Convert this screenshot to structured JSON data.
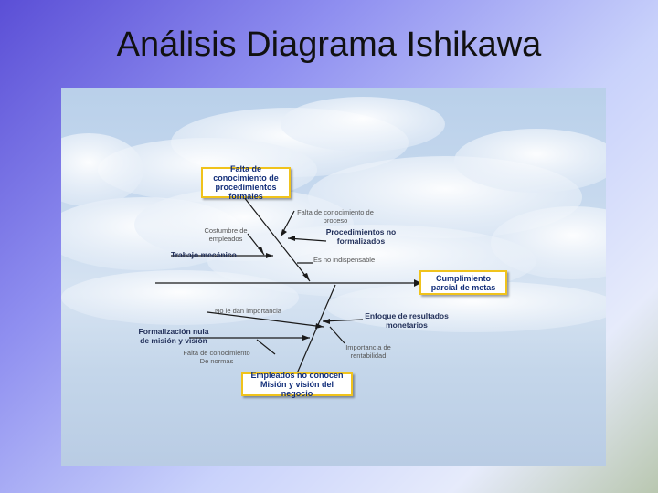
{
  "slide": {
    "title": "Análisis Diagrama Ishikawa"
  },
  "diagram": {
    "effect": "Cumplimiento parcial de metas",
    "causes": {
      "falta_conocimiento_procedimientos": "Falta de conocimiento de procedimientos formales",
      "empleados_no_conocen": "Empleados no conocen Misión y visión del negocio"
    },
    "labels": {
      "falta_conocimiento_proceso": "Falta de conocimiento de proceso",
      "costumbre": "Costumbre de empleados",
      "procedimientos_no_formalizados": "Procedimientos no formalizados",
      "trabajo_mecanico": "Trabajo mecánico",
      "es_no_indispensable": "Es no indispensable",
      "no_le_dan_importancia": "No le dan importancia",
      "enfoque_resultados": "Enfoque de resultados monetarios",
      "formalizacion_nula": "Formalización nula de misión y visión",
      "falta_conocimiento_normas": "Falta de conocimiento De normas",
      "importancia_rentabilidad": "Importancia de rentabilidad"
    }
  },
  "colors": {
    "box_border": "#f0c31c",
    "box_text": "#132f7a",
    "line": "#1a1a1a"
  }
}
